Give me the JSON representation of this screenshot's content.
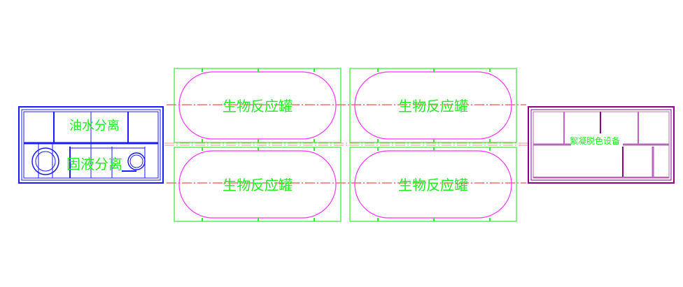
{
  "colors": {
    "tank_frame": "#33ee33",
    "tank_outline": "#ff33ff",
    "centerline": "#ff2222",
    "oil_unit": "#1a1aff",
    "floc_unit": "#880088",
    "label": "#22ee22"
  },
  "units": {
    "oil_water": {
      "label": "油水分离"
    },
    "solid_liquid": {
      "label": "固液分离"
    },
    "flocculation": {
      "label": "絮凝脱色设备"
    },
    "tanks": [
      {
        "label": "生物反应罐"
      },
      {
        "label": "生物反应罐"
      },
      {
        "label": "生物反应罐"
      },
      {
        "label": "生物反应罐"
      }
    ]
  }
}
